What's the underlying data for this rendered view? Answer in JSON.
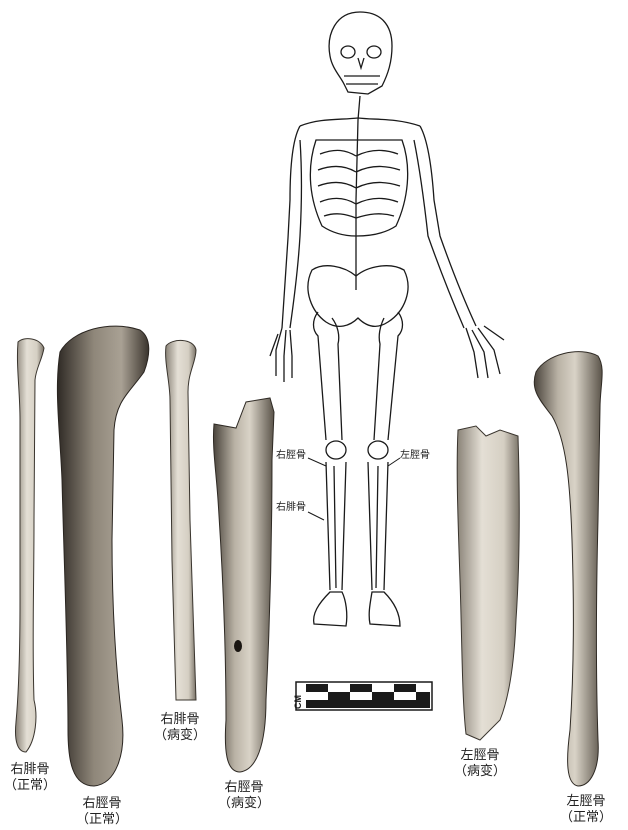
{
  "bones": {
    "right_fibula_normal": {
      "name": "右腓骨",
      "state": "（正常）"
    },
    "right_tibia_normal": {
      "name": "右脛骨",
      "state": "（正常）"
    },
    "right_fibula_diseased": {
      "name": "右腓骨",
      "state": "（病变）"
    },
    "right_tibia_diseased": {
      "name": "右脛骨",
      "state": "（病变）"
    },
    "left_tibia_diseased": {
      "name": "左脛骨",
      "state": "（病变）"
    },
    "left_tibia_normal": {
      "name": "左脛骨",
      "state": "（正常）"
    }
  },
  "skeleton_callouts": {
    "right_tibia": "右脛骨",
    "right_fibula": "右腓骨",
    "left_tibia": "左脛骨"
  },
  "scale_bar": {
    "unit": "CM"
  },
  "colors": {
    "bone_dark": "#3a3530",
    "bone_light": "#d8d2c6",
    "ink": "#1a1a1a"
  }
}
